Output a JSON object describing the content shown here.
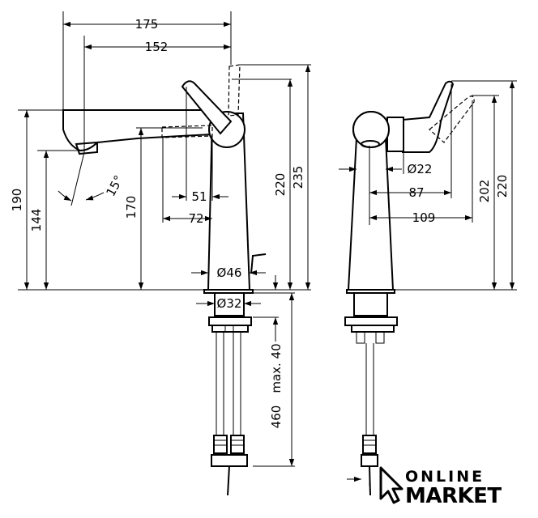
{
  "dimensions": {
    "overall_width_175": "175",
    "spout_reach_152": "152",
    "lever_offset_51": "51",
    "lever_offset_72": "72",
    "spout_angle": "15°",
    "height_190": "190",
    "height_144": "144",
    "height_170": "170",
    "height_220_front": "220",
    "height_235": "235",
    "base_diameter": "Ø46",
    "shank_diameter": "Ø32",
    "max_40": "max. 40",
    "hose_460": "460",
    "side_diameter": "Ø22",
    "side_87": "87",
    "side_109": "109",
    "side_202": "202",
    "side_220": "220"
  },
  "logo": {
    "line1": "ONLINE",
    "line2": "MARKET"
  },
  "colors": {
    "line": "#000000",
    "background": "#ffffff"
  }
}
